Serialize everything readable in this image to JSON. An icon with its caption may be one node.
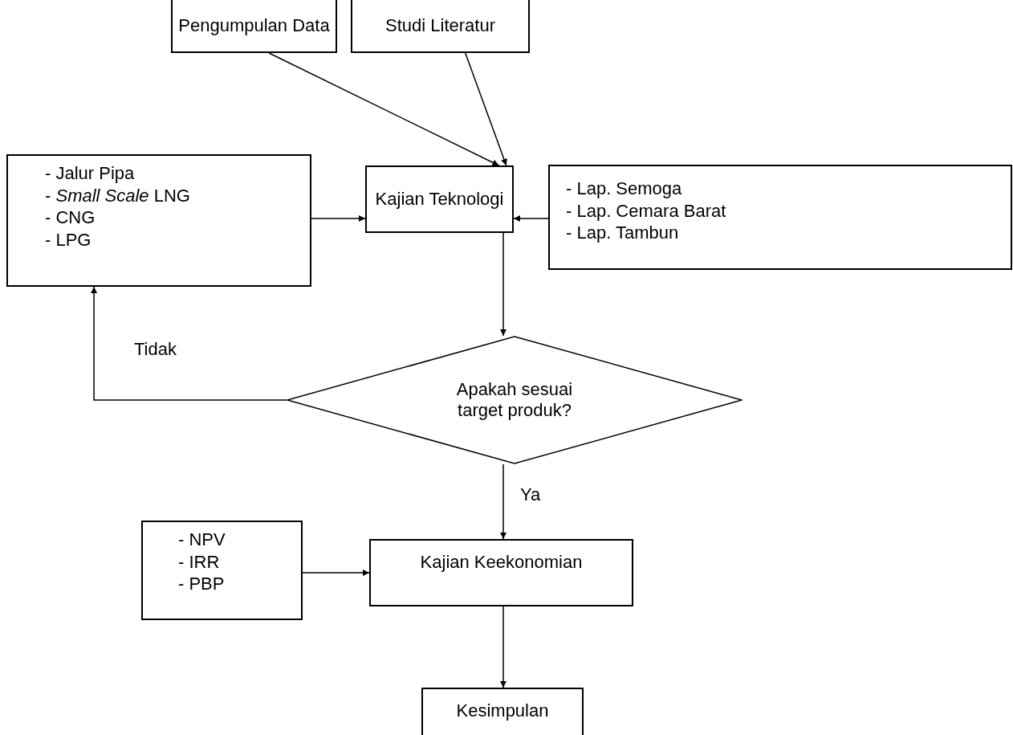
{
  "diagram": {
    "nodes": [
      {
        "text": [
          "Pengumpulan Data"
        ]
      },
      {
        "text": [
          "Studi Literatur"
        ]
      },
      {
        "text": [
          "- Jalur Pipa",
          "- *Small Scale* LNG",
          "- CNG",
          "- LPG"
        ]
      },
      {
        "text": [
          "Kajian Teknologi"
        ]
      },
      {
        "text": [
          "- Lap. Semoga",
          "- Lap. Cemara Barat",
          "- Lap. Tambun"
        ]
      },
      {
        "text": [
          "Apakah sesuai target produk?"
        ]
      },
      {
        "text": [
          "- NPV",
          "- IRR",
          "- PBP"
        ]
      },
      {
        "text": [
          "Kajian Keekonomian"
        ]
      },
      {
        "text": [
          "Kesimpulan"
        ]
      }
    ],
    "edges": [
      {
        "from": 0,
        "to": 3,
        "arrow": "to"
      },
      {
        "from": 1,
        "to": 3,
        "arrow": "to"
      },
      {
        "from": 2,
        "to": 3,
        "arrow": "to"
      },
      {
        "from": 4,
        "to": 3,
        "arrow": "to"
      },
      {
        "from": 3,
        "to": 5,
        "arrow": "to"
      },
      {
        "from": 5,
        "to": 2,
        "arrow": "to",
        "label": "Tidak"
      },
      {
        "from": 5,
        "to": 7,
        "arrow": "to",
        "label": "Ya"
      },
      {
        "from": 6,
        "to": 7,
        "arrow": "to"
      },
      {
        "from": 7,
        "to": 8,
        "arrow": "to"
      }
    ]
  }
}
